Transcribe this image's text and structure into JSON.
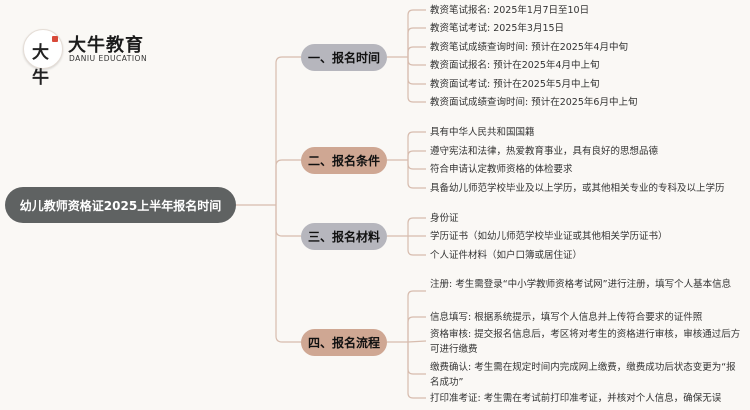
{
  "logo": {
    "mark": "大牛",
    "name": "大牛教育",
    "name_en": "DANIU EDUCATION"
  },
  "root": "幼儿教师资格证2025上半年报名时间",
  "branches": [
    {
      "title": "一、报名时间",
      "items": [
        "教资笔试报名: 2025年1月7日至10日",
        "教资笔试考试: 2025年3月15日",
        "教资笔试成绩查询时间: 预计在2025年4月中旬",
        "教资面试报名: 预计在2025年4月中上旬",
        "教资面试考试: 预计在2025年5月中上旬",
        "教资面试成绩查询时间: 预计在2025年6月中上旬"
      ]
    },
    {
      "title": "二、报名条件",
      "items": [
        "具有中华人民共和国国籍",
        "遵守宪法和法律，热爱教育事业，具有良好的思想品德",
        "符合申请认定教师资格的体检要求",
        "具备幼儿师范学校毕业及以上学历，或其他相关专业的专科及以上学历"
      ]
    },
    {
      "title": "三、报名材料",
      "items": [
        "身份证",
        "学历证书（如幼儿师范学校毕业证或其他相关学历证书）",
        "个人证件材料（如户口簿或居住证）"
      ]
    },
    {
      "title": "四、报名流程",
      "items": [
        "注册: 考生需登录“中小学教师资格考试网”进行注册，填写个人基本信息",
        "信息填写: 根据系统提示，填写个人信息并上传符合要求的证件照",
        "资格审核: 提交报名信息后，考区将对考生的资格进行审核，审核通过后方可进行缴费",
        "缴费确认: 考生需在规定时间内完成网上缴费，缴费成功后状态变更为“报名成功”",
        "打印准考证: 考生需在考试前打印准考证，并核对个人信息，确保无误"
      ]
    }
  ],
  "colors": {
    "root": "#5f6262",
    "branch_gray": "#b6b6bd",
    "branch_tan": "#cfa793",
    "line": "#d7bcae"
  }
}
